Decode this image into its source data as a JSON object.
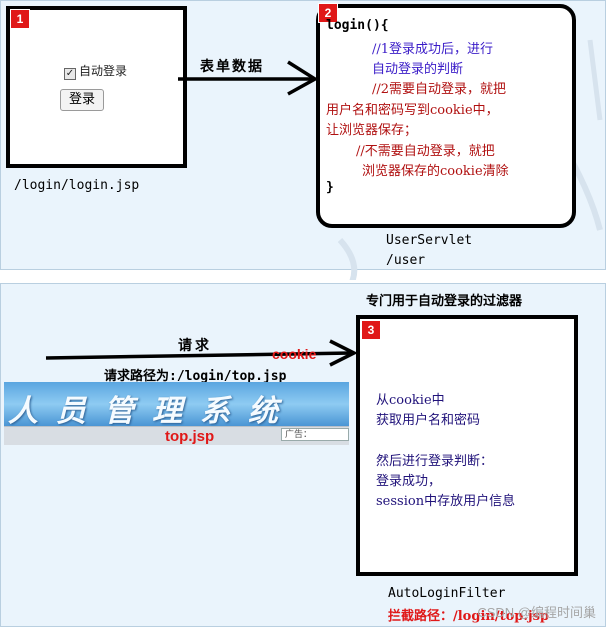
{
  "box1": {
    "badge": "1",
    "checkbox_label": "自动登录",
    "button_label": "登录",
    "path": "/login/login.jsp"
  },
  "arrow_top_label": "表单数据",
  "box2": {
    "badge": "2",
    "lines": [
      "login(){",
      "//1登录成功后，进行",
      "自动登录的判断",
      "//2需要自动登录，就把",
      "用户名和密码写到cookie中，",
      "让浏览器保存；",
      "//不需要自动登录，就把",
      "浏览器保存的cookie清除",
      "}"
    ],
    "servlet_name": "UserServlet",
    "servlet_path": "/user"
  },
  "bottom": {
    "filter_title": "专门用于自动登录的过滤器",
    "request_label": "请求",
    "cookie_label": "cookie",
    "request_path": "请求路径为:/login/top.jsp",
    "banner_text": "人员管理系统",
    "banner_file": "top.jsp",
    "ad_text": "广告：",
    "box3": {
      "badge": "3",
      "lines": [
        "从cookie中",
        "获取用户名和密码",
        "",
        "然后进行登录判断：",
        "登录成功，",
        "session中存放用户信息"
      ],
      "filter_name": "AutoLoginFilter",
      "filter_path": "拦截路径：/login/top.jsp"
    }
  },
  "watermark": "CSDN @编程时间巢"
}
